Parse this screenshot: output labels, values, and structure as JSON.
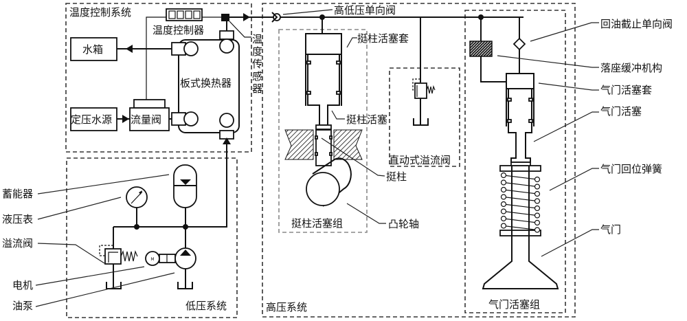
{
  "systems": {
    "temperature_control": "温度控制系统",
    "low_pressure": "低压系统",
    "high_pressure": "高压系统",
    "tappet_piston_group": "挺柱活塞组",
    "valve_piston_group": "气门活塞组",
    "relief_valve_group": "直动式溢流阀"
  },
  "temperature": {
    "water_tank": "水箱",
    "constant_pressure_source": "定压水源",
    "flow_valve": "流量阀",
    "temp_controller": "温度控制器",
    "plate_heat_exchanger": "板式换热器",
    "temp_sensor": [
      "温",
      "度",
      "传",
      "感",
      "器"
    ]
  },
  "low_pressure_labels": {
    "accumulator": "蓄能器",
    "pressure_gauge": "液压表",
    "relief_valve": "溢流阀",
    "motor": "电机",
    "oil_pump": "油泵",
    "motor_symbol": "M"
  },
  "high_pressure_labels": {
    "hl_check_valve": "高低压单向阀",
    "tappet_sleeve": "挺柱活塞套",
    "tappet_piston": "挺柱活塞",
    "tappet": "挺柱",
    "camshaft": "凸轮轴"
  },
  "valve_labels": {
    "return_check_valve": "回油截止单向阀",
    "seating_buffer": "落座缓冲机构",
    "valve_piston_sleeve": "气门活塞套",
    "valve_piston": "气门活塞",
    "return_spring": "气门回位弹簧",
    "valve": "气门"
  }
}
